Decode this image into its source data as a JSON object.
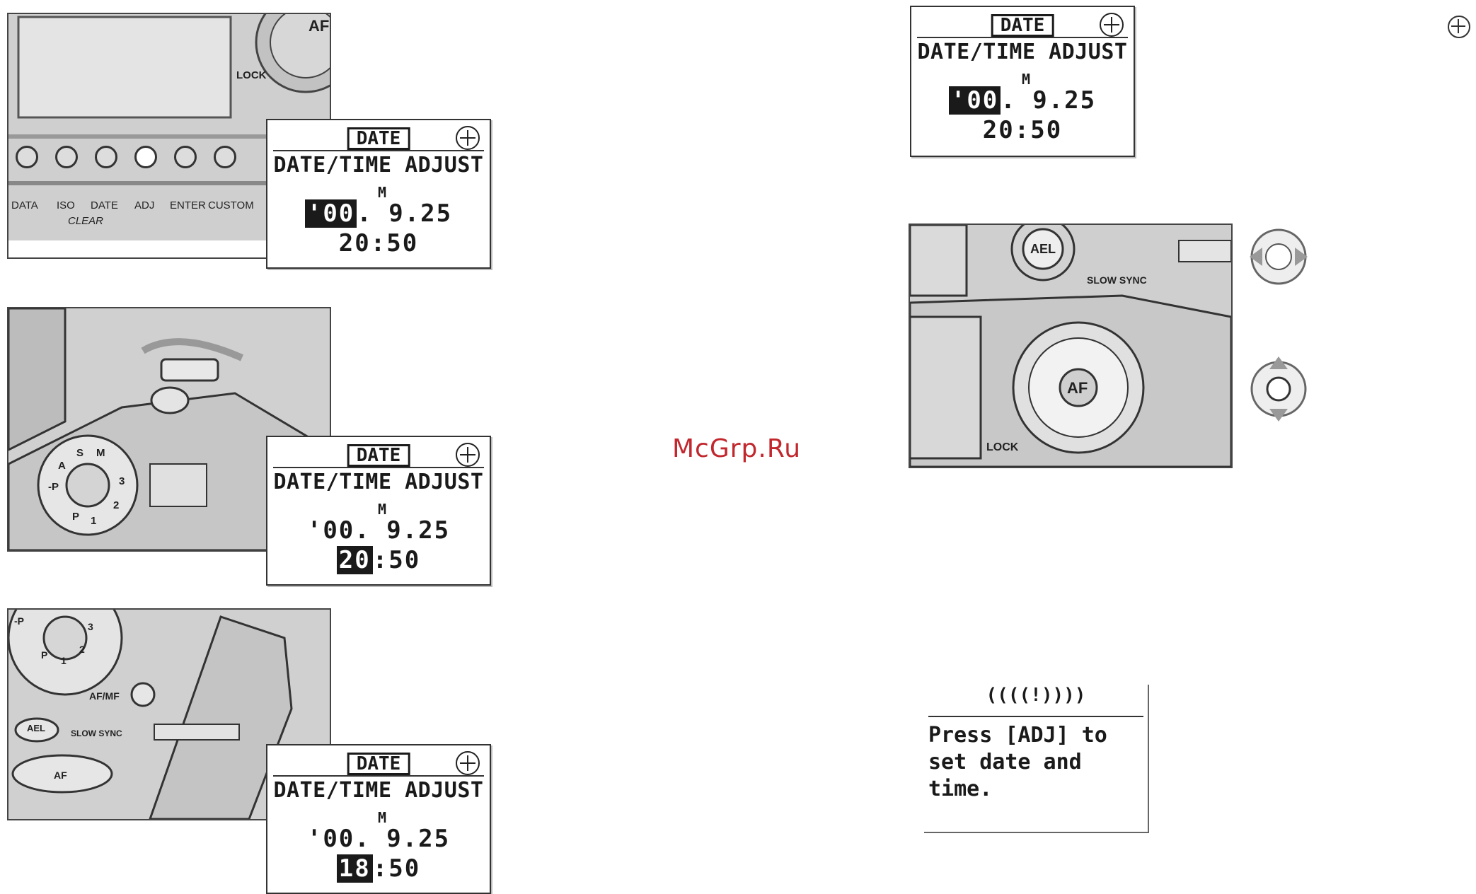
{
  "watermark": "McGrp.Ru",
  "camera_back": {
    "buttons": [
      "DATA",
      "ISO",
      "DATE",
      "ADJ",
      "ENTER",
      "CUSTOM"
    ],
    "clear_label": "CLEAR",
    "lock_label": "LOCK",
    "af_label": "AF"
  },
  "camera_top": {
    "mode_labels": [
      "P",
      "1",
      "2",
      "3",
      "M",
      "S",
      "A",
      "-P"
    ]
  },
  "camera_grip": {
    "afmf_label": "AF/MF",
    "ael_label": "AEL",
    "slow_sync_label": "SLOW SYNC",
    "af_label": "AF",
    "mode_labels": [
      "-P",
      "P",
      "1",
      "2",
      "3"
    ]
  },
  "camera_rear_right": {
    "ael_label": "AEL",
    "slow_sync_label": "SLOW SYNC",
    "af_label": "AF",
    "lock_label": "LOCK"
  },
  "lcd_common": {
    "badge": "DATE",
    "title": "DATE/TIME ADJUST",
    "month_marker": "M",
    "date_dot": ".",
    "date_rest": " 9.25",
    "time_sep": ":"
  },
  "lcd1": {
    "year": "'00",
    "hour": "20",
    "minute": "50",
    "highlight": "year"
  },
  "lcd2": {
    "year": "'00",
    "hour": "20",
    "minute": "50",
    "highlight": "hour"
  },
  "lcd3": {
    "year": "'00",
    "hour": "18",
    "minute": "50",
    "highlight": "hour"
  },
  "lcd4": {
    "year": "'00",
    "hour": "20",
    "minute": "50",
    "highlight": "year"
  },
  "message": {
    "signal": "((((!))))",
    "lines": [
      "Press [ADJ] to",
      "set date and",
      "time."
    ]
  }
}
